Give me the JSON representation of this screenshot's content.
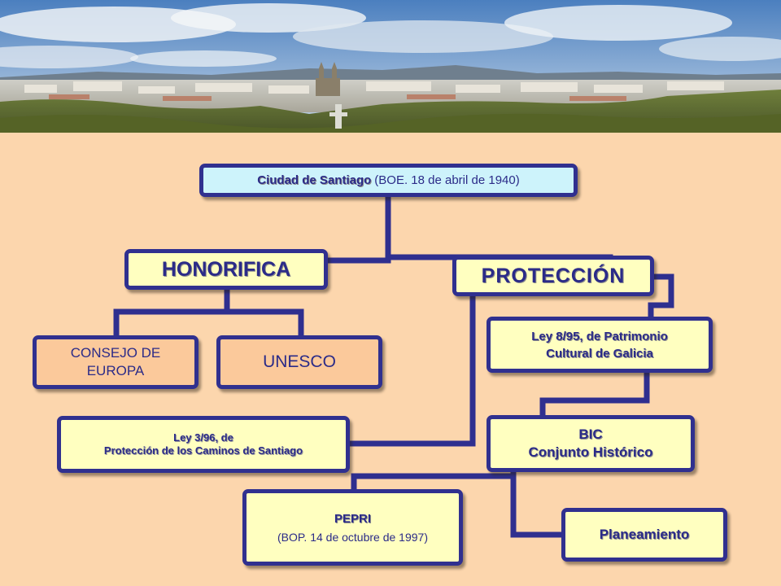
{
  "diagram": {
    "root": {
      "bold": "Ciudad de Santiago",
      "rest": "(BOE. 18 de abril de 1940)"
    },
    "honorifica": {
      "label": "HONORIFICA"
    },
    "proteccion": {
      "label": "PROTECCIÓN"
    },
    "consejo": {
      "line1": "CONSEJO DE",
      "line2": "EUROPA"
    },
    "unesco": {
      "label": "UNESCO"
    },
    "ley895": {
      "line1": "Ley 8/95, de Patrimonio",
      "line2": "Cultural de Galicia"
    },
    "ley396": {
      "line1": "Ley 3/96, de",
      "line2": "Protección de los Caminos de Santiago"
    },
    "bic": {
      "line1": "BIC",
      "line2": "Conjunto Histórico"
    },
    "pepri": {
      "title": "PEPRI",
      "subtitle": "(BOP. 14 de octubre de 1997)"
    },
    "planeamiento": {
      "label": "Planeamiento"
    }
  },
  "colors": {
    "background": "#fcd6ad",
    "connector": "#2f2f8f",
    "box_border": "#30308f",
    "box_yellow": "#ffffc0",
    "box_peach": "#fbc99b",
    "box_cyan": "#cdf3fb",
    "text": "#2b2b88"
  },
  "banner": {
    "icon": "city-panorama-photo"
  }
}
